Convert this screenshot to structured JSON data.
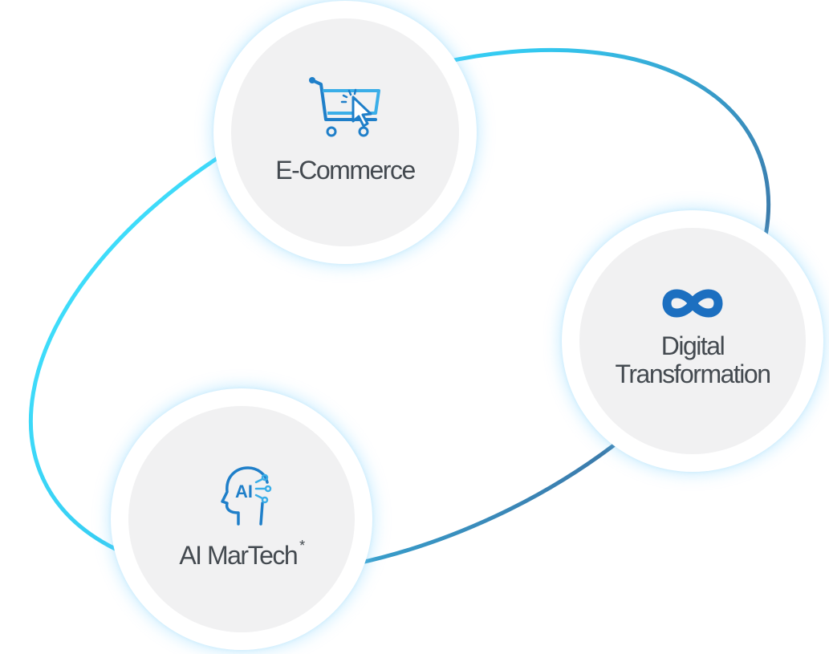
{
  "nodes": {
    "ecommerce": {
      "label": "E-Commerce",
      "icon": "shopping-cart-icon"
    },
    "digital": {
      "label_line1": "Digital",
      "label_line2": "Transformation",
      "icon": "infinity-icon"
    },
    "aimartech": {
      "label": "AI MarTech",
      "superscript": "*",
      "icon": "ai-head-icon"
    }
  },
  "colors": {
    "ring_start": "#3ee0ff",
    "ring_end": "#3a5a7c",
    "icon_primary": "#1f7fc9",
    "icon_secondary": "#3aaee8",
    "circle_fill": "#f1f1f2",
    "label": "#444a50"
  }
}
